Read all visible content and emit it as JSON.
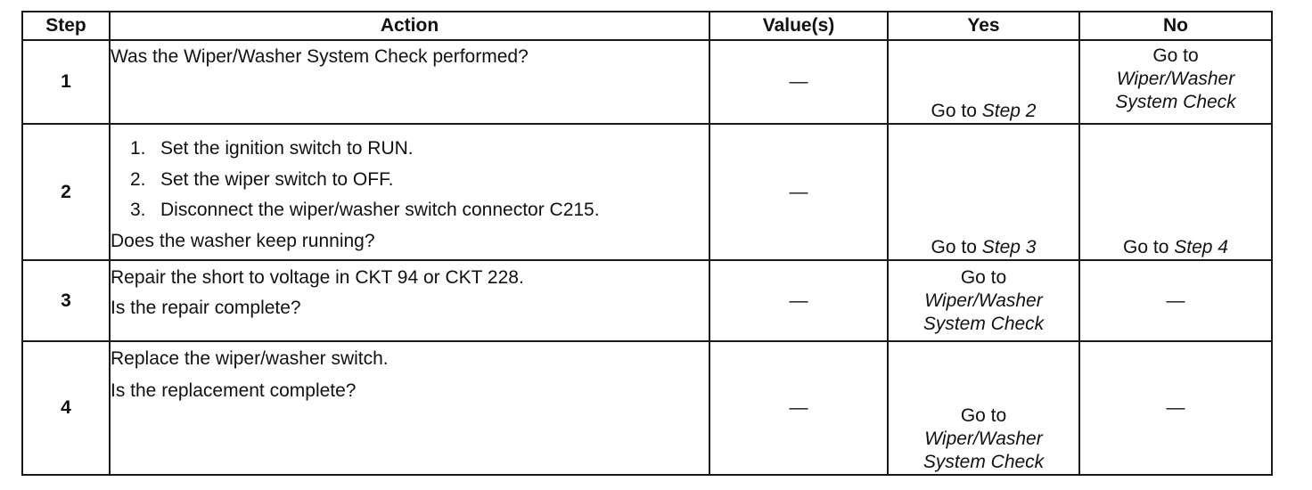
{
  "headers": {
    "step": "Step",
    "action": "Action",
    "values": "Value(s)",
    "yes": "Yes",
    "no": "No"
  },
  "rows": [
    {
      "step": "1",
      "action_lines": [
        "Was the Wiper/Washer System Check performed?"
      ],
      "value": "—",
      "yes_prefix": "Go to",
      "yes_ref": "Step 2",
      "no_prefix": "Go to",
      "no_ref_line1": "Wiper/Washer",
      "no_ref_line2": "System Check"
    },
    {
      "step": "2",
      "list": [
        {
          "num": "1.",
          "text": "Set the ignition switch to RUN."
        },
        {
          "num": "2.",
          "text": "Set the wiper switch to OFF."
        },
        {
          "num": "3.",
          "text": "Disconnect the wiper/washer switch connector C215."
        }
      ],
      "question": "Does the washer keep running?",
      "value": "—",
      "yes_prefix": "Go to",
      "yes_ref": "Step 3",
      "no_prefix": "Go to",
      "no_ref": "Step 4"
    },
    {
      "step": "3",
      "action_lines": [
        "Repair the short to voltage in CKT 94 or CKT 228.",
        "Is the repair complete?"
      ],
      "value": "—",
      "yes_prefix": "Go to",
      "yes_ref_line1": "Wiper/Washer",
      "yes_ref_line2": "System Check",
      "no": "—"
    },
    {
      "step": "4",
      "action_lines": [
        "Replace the wiper/washer switch.",
        "Is the replacement complete?"
      ],
      "value": "—",
      "yes_prefix": "Go to",
      "yes_ref_line1": "Wiper/Washer",
      "yes_ref_line2": "System Check",
      "no": "—"
    }
  ]
}
